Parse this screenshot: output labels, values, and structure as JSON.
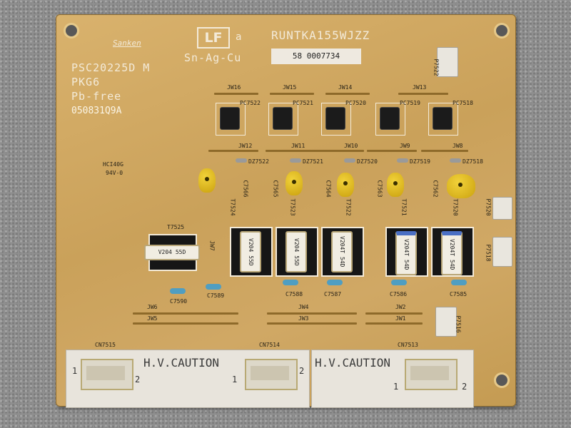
{
  "board": {
    "maker": "Sanken",
    "logo": "LF",
    "logo_suffix": "a",
    "alloy": "Sn-Ag-Cu",
    "part_number": "RUNTKA155WJZZ",
    "sticker": "58 0007734",
    "model": "PSC20225D M",
    "pkg": "PKG6",
    "lead": "Pb-free",
    "date_code": "050831Q9A",
    "ul": "HCI40G",
    "flame": "94V-0"
  },
  "optos": [
    "PC7522",
    "PC7521",
    "PC7520",
    "PC7519",
    "PC7518"
  ],
  "jw_top": [
    "JW16",
    "JW15",
    "JW14",
    "JW13"
  ],
  "jw_mid": [
    "JW12",
    "JW11",
    "JW10",
    "JW9",
    "JW8"
  ],
  "zeners": [
    "DZ7522",
    "DZ7521",
    "DZ7520",
    "DZ7519",
    "DZ7518"
  ],
  "caps_top": [
    "C7566",
    "C7565",
    "C7564",
    "C7563",
    "C7562"
  ],
  "transformers": [
    {
      "ref": "T7525",
      "core": "V204 55D"
    },
    {
      "ref": "T7524",
      "core": "V204 55D"
    },
    {
      "ref": "T7523",
      "core": "V204 55D"
    },
    {
      "ref": "T7522",
      "core": "V204T 54D"
    },
    {
      "ref": "T7521",
      "core": "V204T 54D"
    },
    {
      "ref": "T7520",
      "core": "V204T 54D"
    }
  ],
  "caps_bottom": [
    "C7590",
    "C7589",
    "C7588",
    "C7587",
    "C7586",
    "C7585"
  ],
  "jw_bottom": [
    "JW6",
    "JW5",
    "JW4",
    "JW3",
    "JW2",
    "JW1"
  ],
  "jw7": "JW7",
  "connectors_side": [
    "P7522",
    "P7520",
    "P7518",
    "P7516"
  ],
  "hv": {
    "caution": "H.V.CAUTION",
    "cn": [
      "CN7515",
      "CN7514",
      "CN7513"
    ],
    "pin1": "1",
    "pin2": "2"
  }
}
